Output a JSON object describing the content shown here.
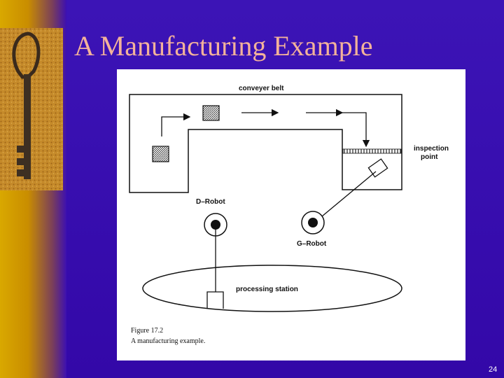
{
  "slide": {
    "title": "A Manufacturing Example",
    "page_number": "24"
  },
  "figure": {
    "labels": {
      "conveyer_belt": "conveyer belt",
      "inspection_line1": "inspection",
      "inspection_line2": "point",
      "d_robot": "D–Robot",
      "g_robot": "G–Robot",
      "processing_station": "processing station"
    },
    "caption": {
      "line1": "Figure 17.2",
      "line2": "A manufacturing example."
    }
  },
  "colors": {
    "background": "#3a0fb0",
    "title": "#f3b29a",
    "figure_ink": "#111111"
  }
}
